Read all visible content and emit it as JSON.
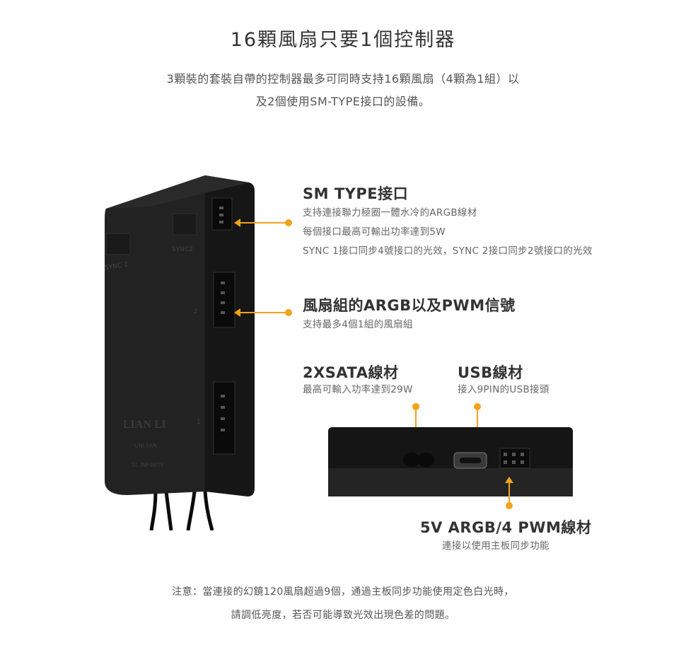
{
  "title": "16顆風扇只要1個控制器",
  "intro": {
    "line1": "3顆裝的套裝自帶的控制器最多可同時支持16顆風扇（4顆為1組）以",
    "line2": "及2個使用SM-TYPE接口的設備。"
  },
  "device": {
    "labels": {
      "sync1": "SYNC 1",
      "sync2": "SYNC2",
      "port2": "2",
      "port1": "1",
      "brand": "LIAN LI",
      "model1": "UNI FAN",
      "model2": "SL INFINITY"
    }
  },
  "callouts": {
    "sm_type": {
      "heading": "SM TYPE接口",
      "lines": [
        "支持連接聯力極圈一體水冷的ARGB線材",
        "每個接口最高可輸出功率達到5W",
        "SYNC  1接口同步4號接口的光效，SYNC  2接口同步2號接口的光效"
      ]
    },
    "fan_group": {
      "heading": "風扇組的ARGB以及PWM信號",
      "lines": [
        "支持最多4個1組的風扇組"
      ]
    },
    "sata": {
      "heading": "2XSATA線材",
      "lines": [
        "最高可輸入功率達到29W"
      ]
    },
    "usb": {
      "heading": "USB線材",
      "lines": [
        "接入9PIN的USB接頭"
      ]
    },
    "argb": {
      "heading": "5V  ARGB/4  PWM線材",
      "lines": [
        "連接以使用主板同步功能"
      ]
    }
  },
  "note": {
    "line1": "注意：當連接的幻鏡120風扇超過9個，通過主板同步功能使用定色白光時，",
    "line2": "請調低亮度，若否可能導致光效出現色差的問題。"
  },
  "colors": {
    "accent": "#f2a31b",
    "device": "#1b1b1b",
    "text": "#333333"
  }
}
